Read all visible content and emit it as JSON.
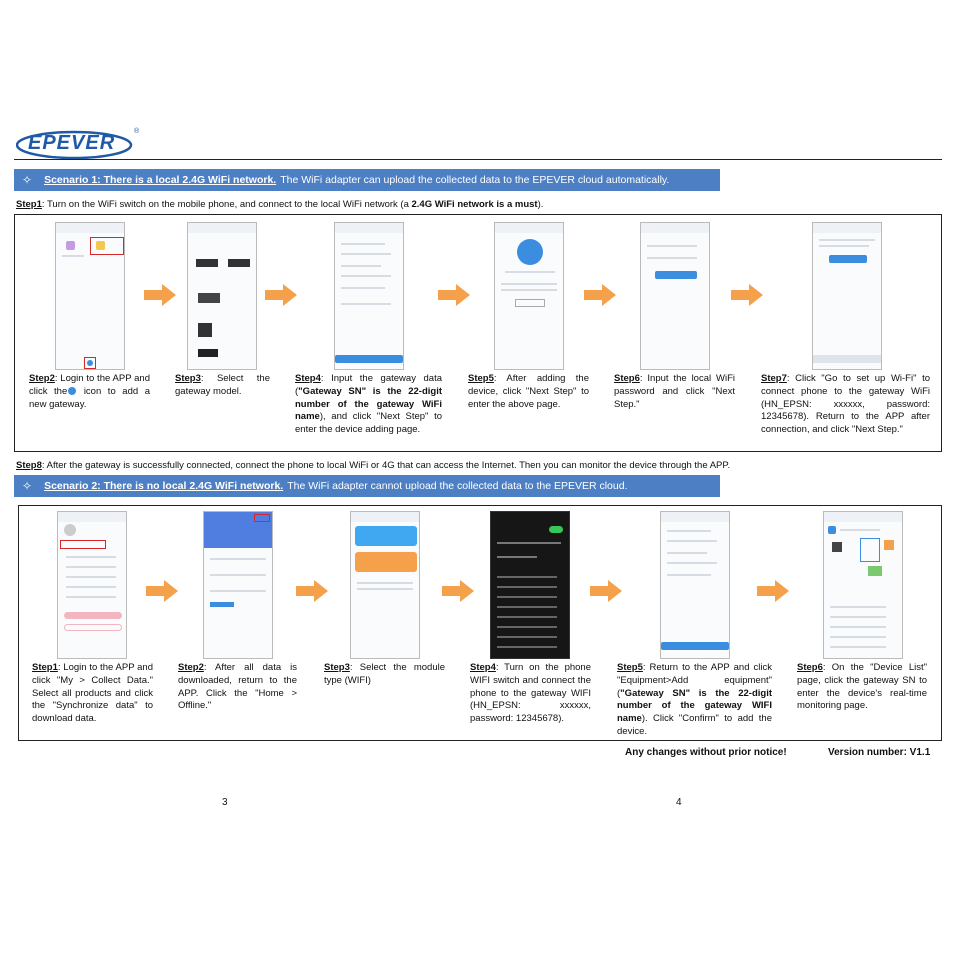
{
  "brand": {
    "name": "EPEVER",
    "reg": "®",
    "color": "#1f5aa6"
  },
  "scenario1": {
    "title": "Scenario 1: There is a local 2.4G WiFi network.",
    "desc": "The WiFi adapter can upload the collected data to the EPEVER cloud automatically.",
    "step1_label": "Step1",
    "step1_text": ": Turn on the WiFi switch on the mobile phone, and connect to the local WiFi network (a ",
    "step1_bold": "2.4G WiFi network is a must",
    "step1_end": ").",
    "steps": [
      {
        "label": "Step2",
        "text": ": Login to the APP and click the",
        "text2": " icon to add a new gateway."
      },
      {
        "label": "Step3",
        "text": ": Select the gateway model."
      },
      {
        "label": "Step4",
        "text": ": Input the gateway data (",
        "bold": "\"Gateway SN\" is the 22-digit number of the gateway WiFi name",
        "text2": "), and click \"Next Step\" to enter the device adding page."
      },
      {
        "label": "Step5",
        "text": ": After adding the device, click \"Next Step\" to enter the above page."
      },
      {
        "label": "Step6",
        "text": ": Input the local WiFi password and click \"Next Step.\""
      },
      {
        "label": "Step7",
        "text": ": Click \"Go to set up Wi-Fi\" to connect phone to the gateway WiFi (HN_EPSN: xxxxxx, password: 12345678). Return to the APP after connection, and click \"Next Step.\""
      }
    ],
    "step8_label": "Step8",
    "step8_text": ": After the gateway is successfully connected, connect the phone to local WiFi or 4G that can access the Internet. Then you can monitor the device through the APP."
  },
  "scenario2": {
    "title": "Scenario 2: There is no local 2.4G WiFi network.",
    "desc": "The WiFi adapter cannot upload the collected data to the EPEVER cloud.",
    "steps": [
      {
        "label": "Step1",
        "text": ": Login to the APP and click \"My > Collect Data.\" Select all products and click the \"Synchronize data\" to download data."
      },
      {
        "label": "Step2",
        "text": ": After all data is downloaded, return to the APP. Click the \"Home > Offline.\""
      },
      {
        "label": "Step3",
        "text": ": Select the module type (WIFI)"
      },
      {
        "label": "Step4",
        "text": ": Turn on the phone WIFI switch and connect the phone to the gateway WIFI (HN_EPSN: xxxxxx, password: 12345678)."
      },
      {
        "label": "Step5",
        "text": ": Return to the APP and click \"Equipment>Add equipment\"(",
        "bold": "\"Gateway SN\" is the 22-digit number of the gateway WIFI name",
        "text2": "). Click \"Confirm\" to add the device."
      },
      {
        "label": "Step6",
        "text": ": On the \"Device List\" page, click the gateway SN to enter the device's real-time monitoring page."
      }
    ]
  },
  "footer": {
    "notice": "Any changes without prior notice!",
    "version": "Version number: V1.1"
  },
  "pages": {
    "left": "3",
    "right": "4"
  },
  "colors": {
    "banner": "#4d7fc4",
    "arrow": "#f5a04a",
    "accent_blue": "#3b8de0",
    "highlight_red": "#d62828"
  }
}
